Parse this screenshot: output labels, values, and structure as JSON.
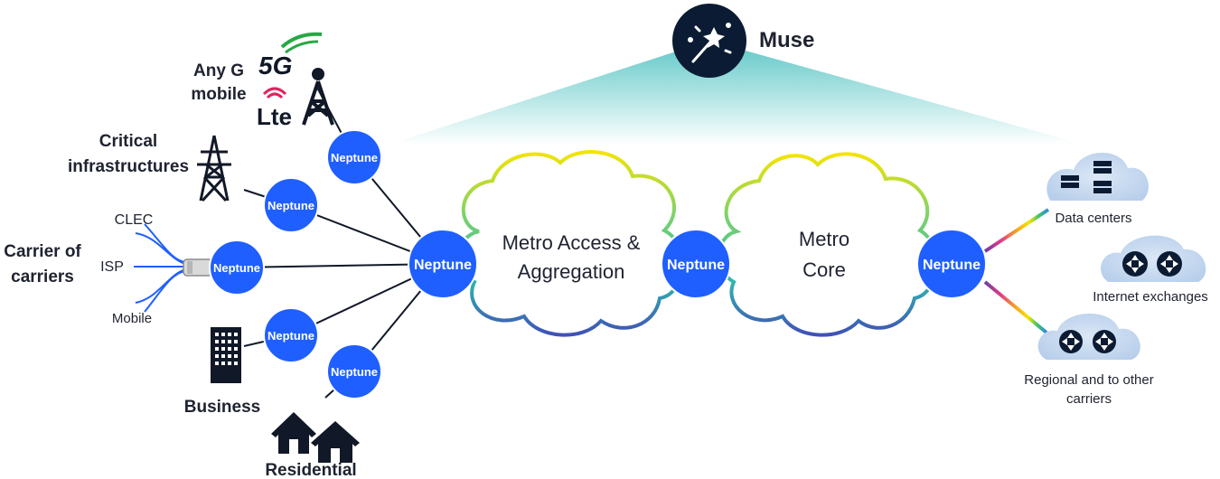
{
  "top": {
    "muse_label": "Muse",
    "muse_icon": "magic-wand-icon"
  },
  "access": {
    "mobile_label_line1": "Any G",
    "mobile_label_line2": "mobile",
    "badge_5g": "5G",
    "badge_lte": "Lte",
    "critical_line1": "Critical",
    "critical_line2": "infrastructures",
    "carrier_line1": "Carrier of",
    "carrier_line2": "carriers",
    "clec": "CLEC",
    "isp": "ISP",
    "mobile_small": "Mobile",
    "business": "Business",
    "residential": "Residential"
  },
  "node_label": "Neptune",
  "clouds": {
    "metro_access_line1": "Metro Access &",
    "metro_access_line2": "Aggregation",
    "metro_core_line1": "Metro",
    "metro_core_line2": "Core"
  },
  "destinations": {
    "data_centers": "Data centers",
    "internet_exchanges": "Internet exchanges",
    "regional_line1": "Regional and to other",
    "regional_line2": "carriers"
  },
  "colors": {
    "node": "#1f5fff",
    "dark": "#111827",
    "cloud_light": "#c7dbf2",
    "teal": "#27b3b3"
  }
}
